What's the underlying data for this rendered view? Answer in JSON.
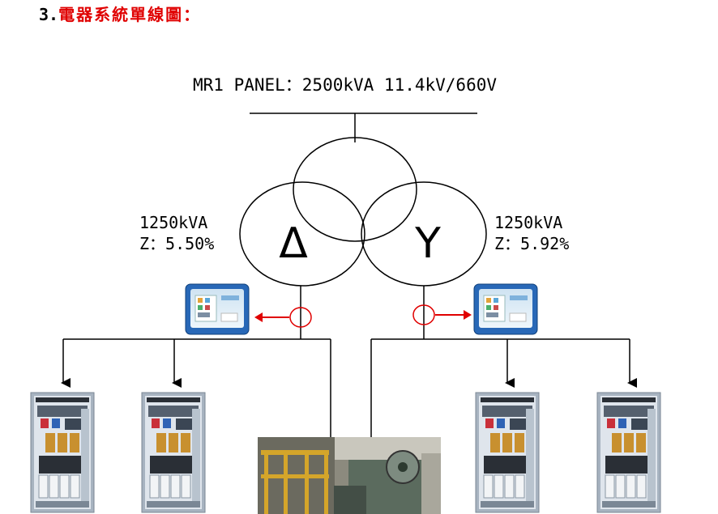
{
  "heading": {
    "number": "3.",
    "text": "電器系統單線圖：",
    "color": "#e00000"
  },
  "panel": {
    "label": "MR1 PANEL：2500kVA  11.4kV/660V"
  },
  "transformer": {
    "primary_symbol": "Δ",
    "secondary_symbol": "Y",
    "left_rating": [
      "1250kVA",
      "Z：5.50%"
    ],
    "right_rating": [
      "1250kVA",
      "Z：5.92%"
    ]
  },
  "monitors": {
    "left": "power-monitor",
    "right": "power-monitor"
  },
  "loads": [
    "drive-cabinet",
    "drive-cabinet",
    "machine-photo",
    "drive-cabinet",
    "drive-cabinet"
  ],
  "colors": {
    "ct_marker": "#e00000",
    "line": "#000000"
  }
}
